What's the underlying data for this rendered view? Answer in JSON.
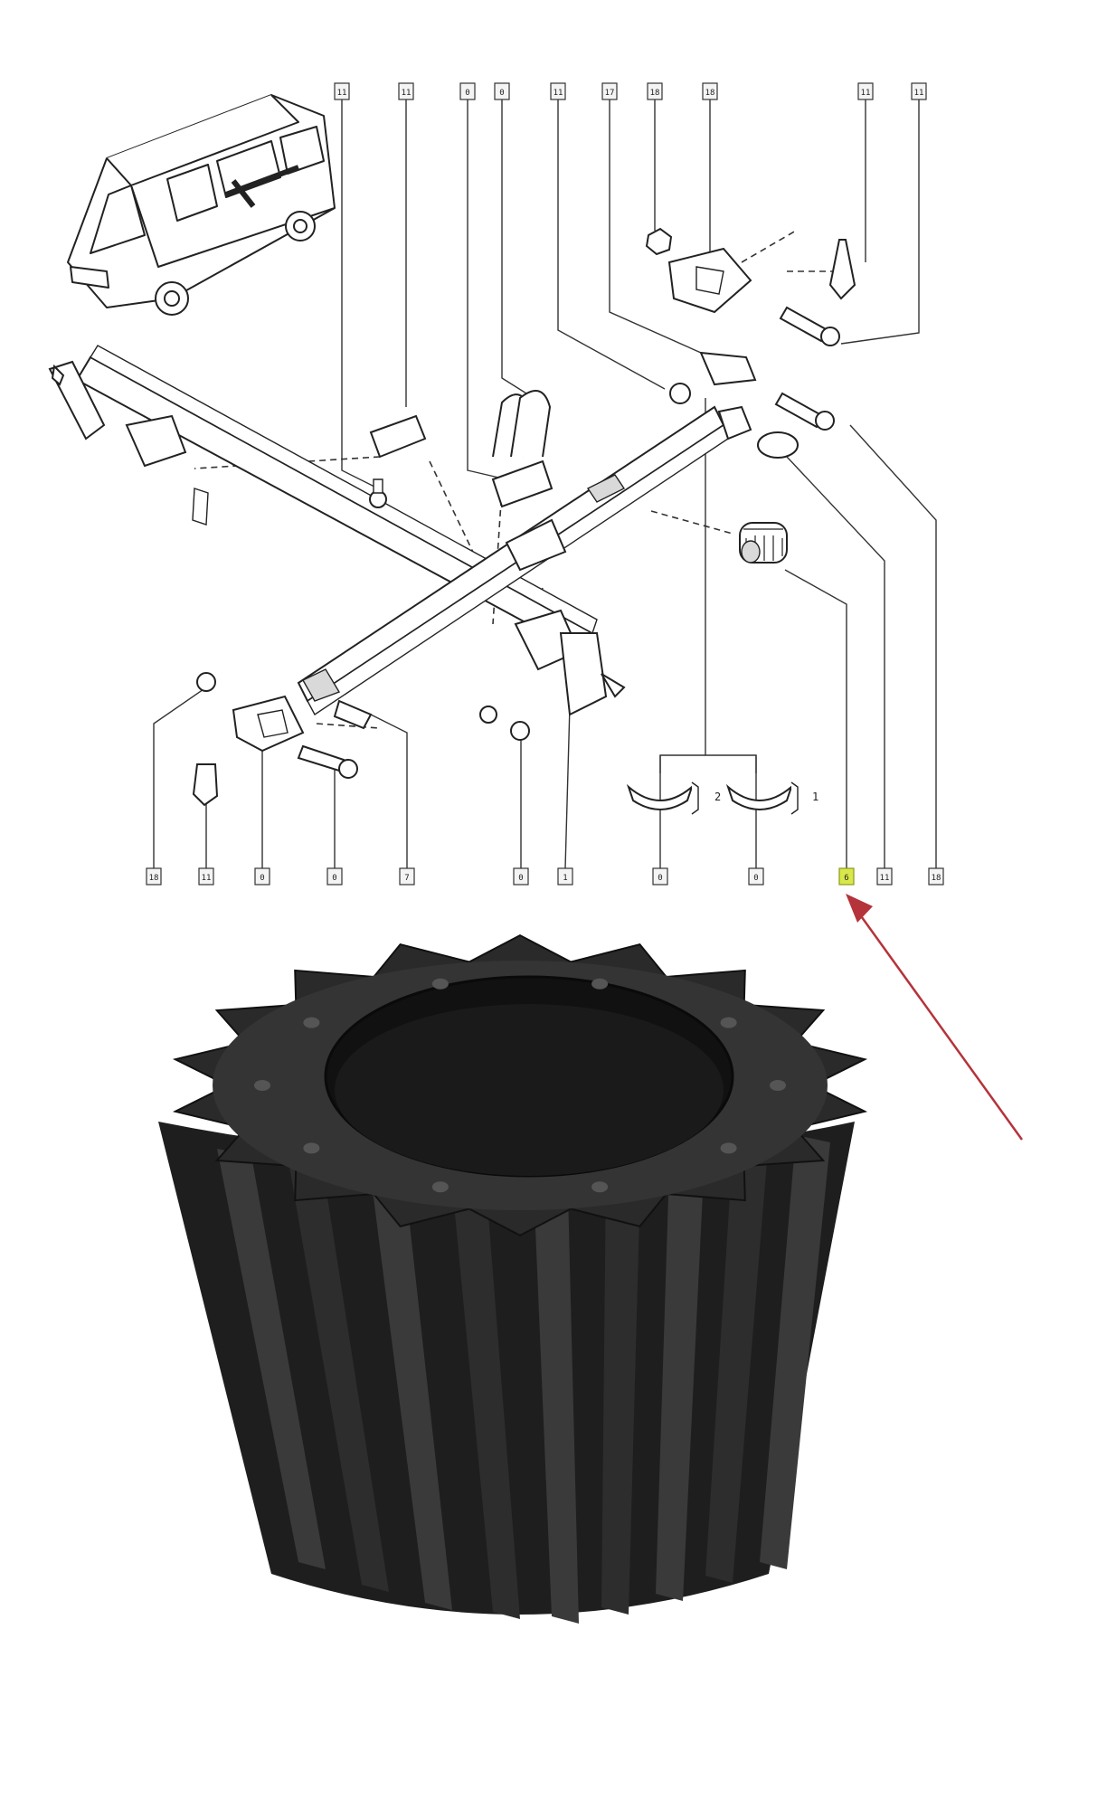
{
  "callouts_top": [
    "11",
    "11",
    "0",
    "0",
    "11",
    "17",
    "18",
    "18",
    "11",
    "11"
  ],
  "callouts_bottom": [
    "18",
    "11",
    "0",
    "0",
    "7",
    "0",
    "1",
    "0",
    "0",
    "6",
    "11",
    "18"
  ],
  "highlighted_callout": "6",
  "spring_leaf_labels": [
    "2",
    "1"
  ],
  "colors": {
    "arrow": "#b5333a",
    "highlight": "#d8e84a",
    "rubber": "#1e1e1e"
  },
  "icons": {
    "van": "van-icon",
    "gear_bushing": "spring-bushing-photo"
  }
}
